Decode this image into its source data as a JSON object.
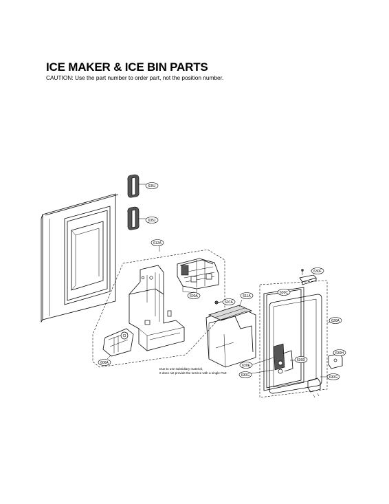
{
  "title": "ICE MAKER & ICE BIN PARTS",
  "caution": "CAUTION: Use the part number to order part, not the position number.",
  "note": {
    "line1": "Due to use subsidiary material,",
    "line2": "It does not provide the service with a single Part"
  },
  "labels": {
    "p635j_a": "635J",
    "p635j_b": "635J",
    "p612a": "612A",
    "p600a": "600A",
    "p607a": "607A",
    "p611a": "611A",
    "p606a": "606A",
    "p630c": "630C",
    "p630f": "630F",
    "p630a": "630A",
    "p630h": "630H",
    "p630e": "630E",
    "p630d": "630D",
    "p630g_a": "630G",
    "p630g_b": "630G"
  }
}
